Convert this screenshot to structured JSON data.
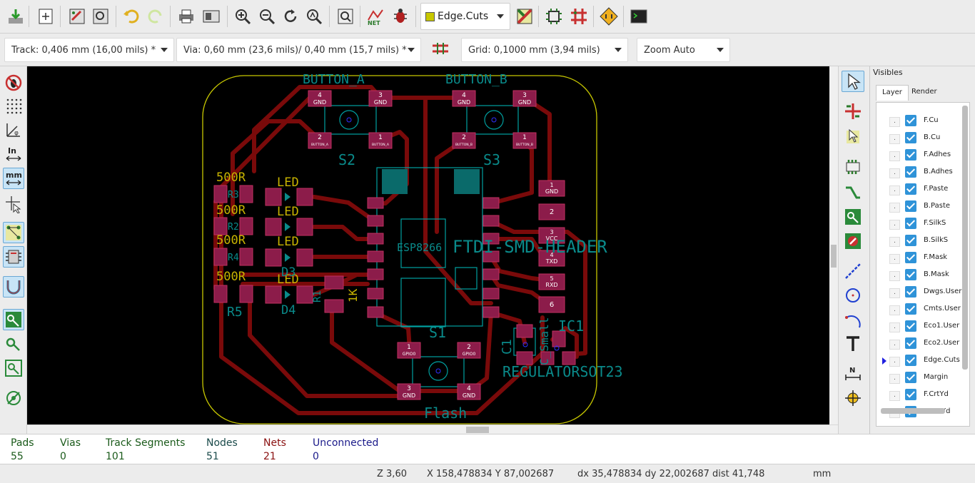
{
  "toolbar": {
    "icons": [
      "save-board-icon",
      "page-settings-icon",
      "load-netlist-icon",
      "find-icon",
      "undo-icon",
      "redo-icon",
      "print-icon",
      "plot-icon",
      "zoom-in-icon",
      "zoom-out-icon",
      "redraw-icon",
      "zoom-fit-icon",
      "find-component-icon",
      "netlist-icon",
      "drc-icon",
      "layer-pair-icon",
      "mode-footprint-icon",
      "mode-track-icon",
      "autoroute-icon",
      "scripting-console-icon"
    ],
    "active_layer": "Edge.Cuts",
    "active_layer_color": "#c8c800"
  },
  "subtoolbar": {
    "track": "Track: 0,406 mm (16,00 mils) *",
    "via": "Via: 0,60 mm (23,6 mils)/ 0,40 mm (15,7 mils) *",
    "grid": "Grid: 0,1000 mm (3,94 mils)",
    "zoom": "Zoom Auto"
  },
  "board": {
    "labels": {
      "button_a": "BUTTON_A",
      "button_b": "BUTTON_B",
      "s2": "S2",
      "s3": "S3",
      "s1": "S1",
      "ftdi": "FTDI-SMD-HEADER",
      "esp": "ESP8266",
      "flash": "Flash",
      "regulator": "REGULATORSOT23",
      "ic1": "IC1",
      "c1": "C1",
      "c_small": "C_Small",
      "r1": "R1",
      "r1_value": "1K",
      "r3_value": "500R",
      "r2_value": "500R",
      "r4_value": "500R",
      "r5_value": "500R",
      "r3": "R3",
      "r2": "R2",
      "r4": "R4",
      "r5": "R5",
      "led": "LED",
      "d3": "D3",
      "d4": "D4"
    },
    "pads": {
      "btn_a_4": "4",
      "btn_a_3": "3",
      "btn_a_2": "2",
      "btn_a_1": "1",
      "btn_b_4": "4",
      "btn_b_3": "3",
      "btn_b_2": "2",
      "btn_b_1": "1",
      "gnd": "GND",
      "button_a_net": "BUTTON_A",
      "button_b_net": "BUTTON_B",
      "flash_1": "1",
      "flash_2": "2",
      "flash_3": "3",
      "flash_4": "4",
      "gpio0": "GPIO0",
      "ftdi_1": "1",
      "ftdi_2": "2",
      "ftdi_3": "3",
      "ftdi_4": "4",
      "ftdi_5": "5",
      "ftdi_6": "6",
      "vcc": "VCC",
      "txd": "TXD",
      "rxd": "RXD"
    },
    "colors": {
      "background": "#000000",
      "edge_cuts": "#c8c800",
      "track": "#7a0a0a",
      "pad": "#8c1c4a",
      "silk_front": "#00a0a0",
      "silk_value": "#c8b400"
    }
  },
  "right_toolbar": {
    "icons": [
      "select-icon",
      "highlight-net-icon",
      "local-ratsnest-icon",
      "add-footprint-icon",
      "route-track-icon",
      "add-zone-icon",
      "keepout-icon",
      "add-line-icon",
      "add-circle-icon",
      "add-arc-icon",
      "add-text-icon",
      "add-dimension-icon",
      "add-target-icon"
    ]
  },
  "left_toolbar": {
    "icons": [
      "drc-off-icon",
      "grid-toggle-icon",
      "polar-coords-icon",
      "units-inch-icon",
      "units-mm-icon",
      "cursor-shape-icon",
      "ratsnest-icon",
      "module-ratsnest-icon",
      "auto-delete-track-icon",
      "zone-fill-icon",
      "zone-outline-icon",
      "zone-sketch-icon",
      "high-contrast-icon"
    ],
    "inch_label": "In",
    "mm_label": "mm"
  },
  "visibles": {
    "title": "Visibles",
    "tabs": [
      "Layer",
      "Render"
    ],
    "layers": [
      "F.Cu",
      "B.Cu",
      "F.Adhes",
      "B.Adhes",
      "F.Paste",
      "B.Paste",
      "F.SilkS",
      "B.SilkS",
      "F.Mask",
      "B.Mask",
      "Dwgs.User",
      "Cmts.User",
      "Eco1.User",
      "Eco2.User",
      "Edge.Cuts",
      "Margin",
      "F.CrtYd",
      "B.CrtYd"
    ],
    "current_layer": "Edge.Cuts",
    "dot": "."
  },
  "stats": {
    "pads_label": "Pads",
    "pads": "55",
    "vias_label": "Vias",
    "vias": "0",
    "tracks_label": "Track Segments",
    "tracks": "101",
    "nodes_label": "Nodes",
    "nodes": "51",
    "nets_label": "Nets",
    "nets": "21",
    "unconnected_label": "Unconnected",
    "unconnected": "0"
  },
  "statusbar": {
    "zoom": "Z 3,60",
    "xy": "X 158,478834  Y 87,002687",
    "delta": "dx 35,478834  dy 22,002687  dist 41,748",
    "units": "mm"
  }
}
